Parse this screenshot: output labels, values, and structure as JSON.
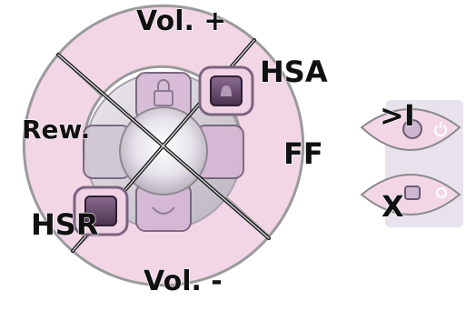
{
  "dpad": {
    "vol_up_label": "Vol. +",
    "vol_down_label": "Vol. -",
    "rewind_label": "Rew.",
    "fast_forward_label": "FF",
    "hsa_label": "HSA",
    "hsr_label": "HSR"
  },
  "side_buttons": {
    "play_skip_label": ">I",
    "stop_label": "X"
  },
  "colors": {
    "ring_fill": "#f2d6e6",
    "ring_stroke": "#9a9a9a",
    "pad_grey": "#c8c4cc",
    "pad_lilac": "#d8b8d6",
    "button_purple": "#6a4d6e",
    "label_text": "#111111"
  },
  "icons": [
    "lock-icon",
    "bell-icon",
    "phone-icon",
    "power-icon",
    "stop-square-icon"
  ]
}
